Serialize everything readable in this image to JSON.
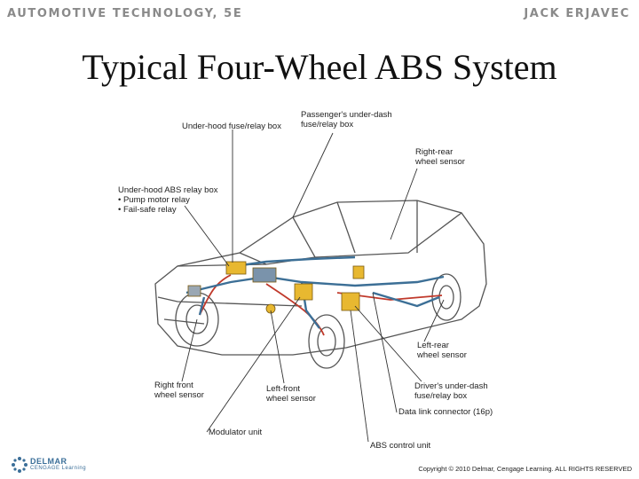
{
  "header": {
    "left": "AUTOMOTIVE TECHNOLOGY, 5E",
    "right": "JACK ERJAVEC"
  },
  "title": "Typical Four-Wheel ABS System",
  "labels": {
    "underhood_fuse": "Under-hood fuse/relay box",
    "passenger_fuse_line1": "Passenger's under-dash",
    "passenger_fuse_line2": "fuse/relay box",
    "right_rear_line1": "Right-rear",
    "right_rear_line2": "wheel sensor",
    "abs_relay_title": "Under-hood ABS relay box",
    "abs_relay_item1": "• Pump motor relay",
    "abs_relay_item2": "• Fail-safe relay",
    "left_rear_line1": "Left-rear",
    "left_rear_line2": "wheel sensor",
    "right_front_line1": "Right front",
    "right_front_line2": "wheel sensor",
    "left_front_line1": "Left-front",
    "left_front_line2": "wheel sensor",
    "driver_fuse_line1": "Driver's under-dash",
    "driver_fuse_line2": "fuse/relay box",
    "data_link": "Data link connector (16p)",
    "modulator": "Modulator unit",
    "abs_control": "ABS control unit"
  },
  "footer": {
    "logo_line1": "DELMAR",
    "logo_line2": "CENGAGE Learning",
    "copyright": "Copyright © 2010 Delmar, Cengage Learning. ALL RIGHTS RESERVED"
  },
  "colors": {
    "header_text": "#8a8a8a",
    "wiring": "#3c6f96",
    "brake_lines": "#c0392b",
    "components": "#e8b830",
    "car_outline": "#555555"
  }
}
